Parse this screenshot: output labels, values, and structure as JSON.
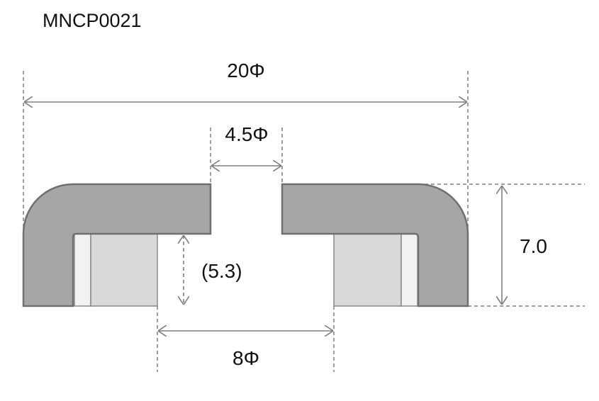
{
  "title": "MNCP0021",
  "dimensions": {
    "outer_diameter": "20Φ",
    "hole_diameter": "4.5Φ",
    "height": "7.0",
    "inner_depth": "(5.3)",
    "magnet_inner_diameter": "8Φ"
  },
  "colors": {
    "cup": "#a6a6a6",
    "cup_stroke": "#707070",
    "magnet": "#d9d9d9",
    "spacer": "#f2f2f2",
    "dim_line": "#7f7f7f"
  }
}
